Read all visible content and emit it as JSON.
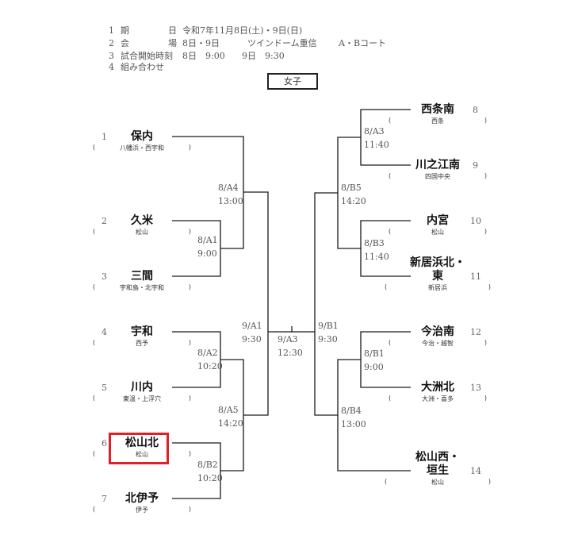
{
  "info": {
    "row1": {
      "num": "1",
      "label": "期",
      "label_tail": "日",
      "value": "令和7年11月8日(土)・9日(日)"
    },
    "row2": {
      "num": "2",
      "label": "会",
      "label_tail": "場",
      "value": "8日・9日",
      "venue": "ツインドーム重信",
      "court": "A・Bコート"
    },
    "row3": {
      "num": "3",
      "label": "試合開始時刻",
      "value": "8日　9:00",
      "value2": "9日　9:30"
    },
    "row4": {
      "num": "4",
      "label": "組み合わせ"
    }
  },
  "category": "女子",
  "teams_left": [
    {
      "seed": "1",
      "name": "保内",
      "sub": "八幡浜・西宇和"
    },
    {
      "seed": "2",
      "name": "久米",
      "sub": "松山"
    },
    {
      "seed": "3",
      "name": "三間",
      "sub": "宇和島・北宇和"
    },
    {
      "seed": "4",
      "name": "宇和",
      "sub": "西予"
    },
    {
      "seed": "5",
      "name": "川内",
      "sub": "東温・上浮穴"
    },
    {
      "seed": "6",
      "name": "松山北",
      "sub": "松山"
    },
    {
      "seed": "7",
      "name": "北伊予",
      "sub": "伊予"
    }
  ],
  "teams_right": [
    {
      "seed": "8",
      "name": "西条南",
      "sub": "西条"
    },
    {
      "seed": "9",
      "name": "川之江南",
      "sub": "四国中央"
    },
    {
      "seed": "10",
      "name": "内宮",
      "sub": "松山"
    },
    {
      "seed": "11",
      "name1": "新居浜北・",
      "name2": "東",
      "sub": "新居浜"
    },
    {
      "seed": "12",
      "name": "今治南",
      "sub": "今治・越智"
    },
    {
      "seed": "13",
      "name": "大洲北",
      "sub": "大洲・喜多"
    },
    {
      "seed": "14",
      "name1": "松山西・",
      "name2": "垣生",
      "sub": "松山"
    }
  ],
  "sub_parens": {
    "open": "(",
    "close": ")"
  },
  "matches": {
    "a4": {
      "court": "8/A4",
      "time": "13:00"
    },
    "a1": {
      "court": "8/A1",
      "time": "9:00"
    },
    "a2": {
      "court": "8/A2",
      "time": "10:20"
    },
    "a5": {
      "court": "8/A5",
      "time": "14:20"
    },
    "b2": {
      "court": "8/B2",
      "time": "10:20"
    },
    "sf_left": {
      "court": "9/A1",
      "time": "9:30"
    },
    "final": {
      "court": "9/A3",
      "time": "12:30"
    },
    "sf_right": {
      "court": "9/B1",
      "time": "9:30"
    },
    "a3": {
      "court": "8/A3",
      "time": "11:40"
    },
    "b5": {
      "court": "8/B5",
      "time": "14:20"
    },
    "b3": {
      "court": "8/B3",
      "time": "11:40"
    },
    "b1": {
      "court": "8/B1",
      "time": "9:00"
    },
    "b4": {
      "court": "8/B4",
      "time": "13:00"
    }
  },
  "colors": {
    "bracket_line": "#1a1a1a",
    "highlight": "#e01f26"
  }
}
